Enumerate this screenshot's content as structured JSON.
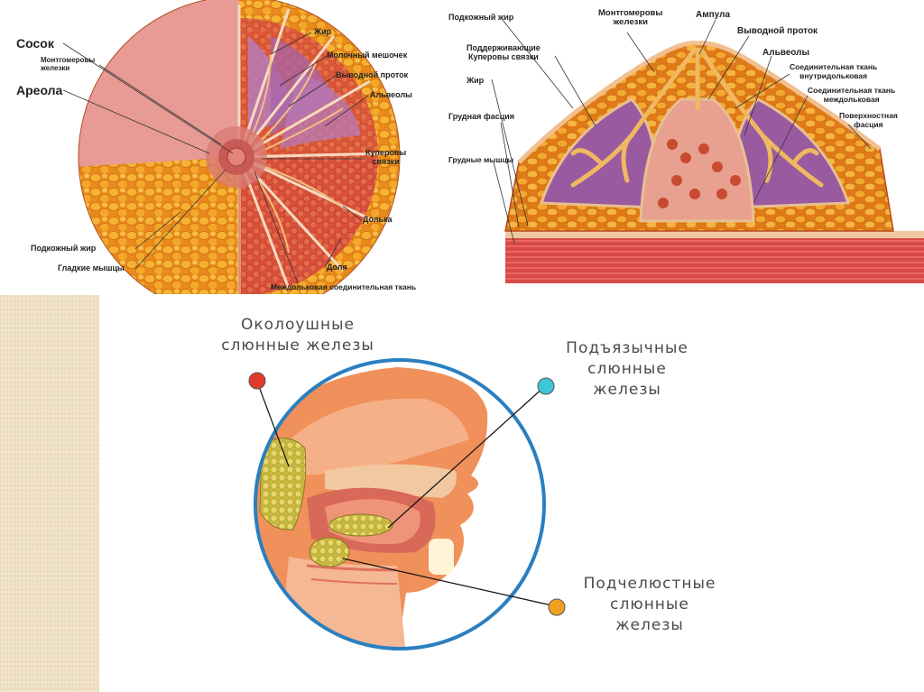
{
  "top_left_diagram": {
    "labels": {
      "nipple": "Сосок",
      "montgomery": [
        "Монтгомеровы",
        "железки"
      ],
      "areola": "Ареола",
      "fat": "Жир",
      "milk_sac": "Молочный мешочек",
      "duct": "Выводной проток",
      "alveoli": "Альвеолы",
      "cooper": [
        "Куперовы",
        "связки"
      ],
      "lobule": "Долька",
      "subcut_fat": "Подкожный жир",
      "smooth_muscles": "Гладкие мышцы",
      "lobe": "Доля",
      "interlobar": "Междольковая соединительная ткань"
    }
  },
  "top_right_diagram": {
    "labels": {
      "subcut_fat": "Подкожный жир",
      "montgomery": [
        "Монтгомеровы",
        "железки"
      ],
      "ampulla": "Ампула",
      "duct": "Выводной проток",
      "supporting": [
        "Поддерживающие",
        "Куперовы связки"
      ],
      "alveoli": "Альвеолы",
      "fat": "Жир",
      "ct_intra": [
        "Соединительная ткань",
        "внутридольковая"
      ],
      "ct_inter": [
        "Соединительная ткань",
        "междольковая"
      ],
      "fascia": "Грудная фасция",
      "surface_fascia": [
        "Поверхностная",
        "фасция"
      ],
      "chest_muscles": "Грудные мышцы"
    }
  },
  "salivary_diagram": {
    "parotid": [
      "Околоушные",
      "слюнные железы"
    ],
    "sublingual": [
      "Подъязычные",
      "слюнные",
      "железы"
    ],
    "submandibular": [
      "Подчелюстные",
      "слюнные",
      "железы"
    ],
    "marker_colors": {
      "parotid": "#e03a2c",
      "sublingual": "#3cc6d6",
      "submandibular": "#f0a020"
    },
    "ring_color": "#2a7fc0"
  },
  "icons": [
    "breast-cross-section-illustration",
    "breast-sagittal-illustration",
    "head-salivary-illustration"
  ]
}
